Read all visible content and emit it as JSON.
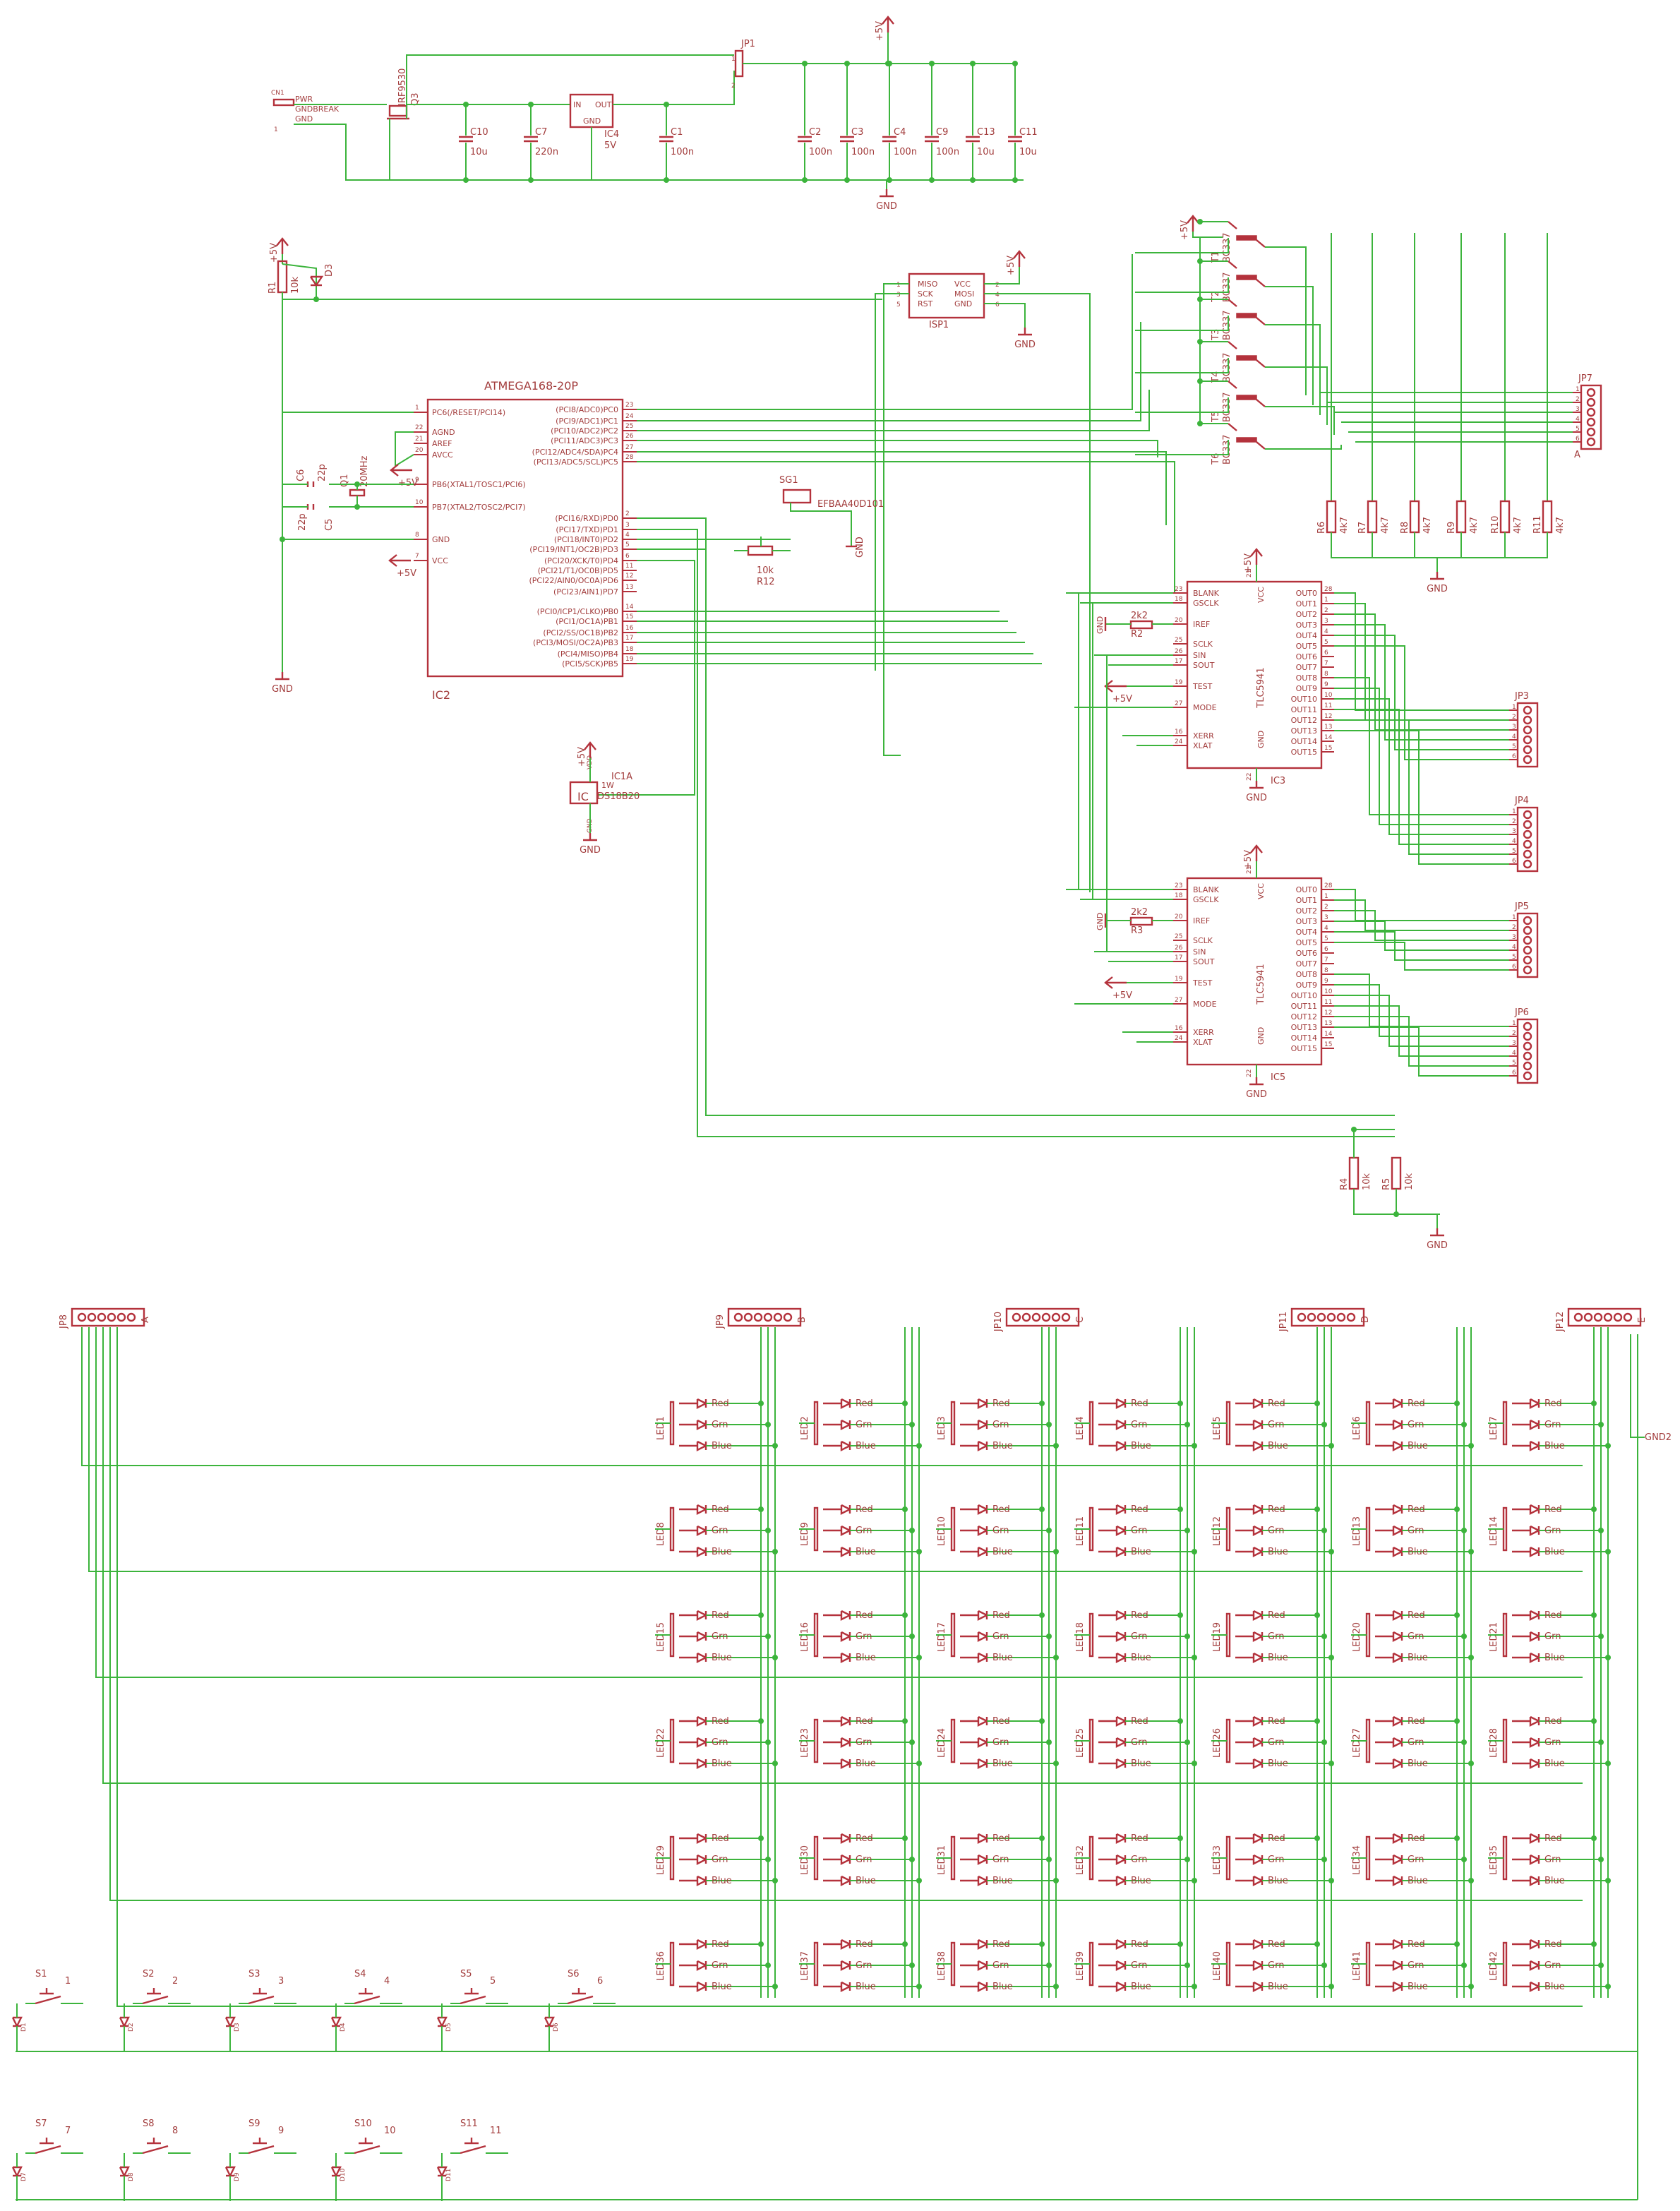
{
  "power": {
    "supply": "+5V",
    "ground": "GND",
    "connector": {
      "ref": "CN1",
      "pins": [
        "PWR",
        "GNDBREAK",
        "GND"
      ],
      "pin_no": "1"
    },
    "mosfet": {
      "ref": "Q3",
      "value": "IRF9530"
    },
    "regulator": {
      "ref": "IC4",
      "value": "5V",
      "pins": [
        "IN",
        "OUT",
        "GND"
      ]
    },
    "jumper": {
      "ref": "JP1",
      "pins": [
        "1",
        "2"
      ]
    },
    "caps_in": [
      {
        "ref": "C10",
        "value": "10u"
      },
      {
        "ref": "C7",
        "value": "220n"
      },
      {
        "ref": "C1",
        "value": "100n"
      }
    ],
    "caps_bank": [
      {
        "ref": "C2",
        "value": "100n"
      },
      {
        "ref": "C3",
        "value": "100n"
      },
      {
        "ref": "C4",
        "value": "100n"
      },
      {
        "ref": "C9",
        "value": "100n"
      },
      {
        "ref": "C13",
        "value": "10u"
      },
      {
        "ref": "C11",
        "value": "10u"
      }
    ]
  },
  "reset": {
    "resistor": {
      "ref": "R1",
      "value": "10k"
    },
    "diode": {
      "ref": "D3"
    }
  },
  "isp": {
    "ref": "ISP1",
    "left": [
      "MISO",
      "SCK",
      "RST"
    ],
    "right": [
      "VCC",
      "MOSI",
      "GND"
    ],
    "left_no": [
      "1",
      "3",
      "5"
    ],
    "right_no": [
      "2",
      "4",
      "6"
    ]
  },
  "mcu": {
    "name": "ATMEGA168-20P",
    "ref": "IC2",
    "left_pins": [
      {
        "no": "1",
        "name": "PC6(/RESET/PCI14)"
      },
      {
        "no": "22",
        "name": "AGND"
      },
      {
        "no": "21",
        "name": "AREF"
      },
      {
        "no": "20",
        "name": "AVCC"
      },
      {
        "no": "9",
        "name": "PB6(XTAL1/TOSC1/PCI6)"
      },
      {
        "no": "10",
        "name": "PB7(XTAL2/TOSC2/PCI7)"
      },
      {
        "no": "8",
        "name": "GND"
      },
      {
        "no": "7",
        "name": "VCC"
      }
    ],
    "right_pins": [
      {
        "no": "23",
        "name": "(PCI8/ADC0)PC0"
      },
      {
        "no": "24",
        "name": "(PCI9/ADC1)PC1"
      },
      {
        "no": "25",
        "name": "(PCI10/ADC2)PC2"
      },
      {
        "no": "26",
        "name": "(PCI11/ADC3)PC3"
      },
      {
        "no": "27",
        "name": "(PCI12/ADC4/SDA)PC4"
      },
      {
        "no": "28",
        "name": "(PCI13/ADC5/SCL)PC5"
      },
      {
        "no": "2",
        "name": "(PCI16/RXD)PD0"
      },
      {
        "no": "3",
        "name": "(PCI17/TXD)PD1"
      },
      {
        "no": "4",
        "name": "(PCI18/INT0)PD2"
      },
      {
        "no": "5",
        "name": "(PCI19/INT1/OC2B)PD3"
      },
      {
        "no": "6",
        "name": "(PCI20/XCK/T0)PD4"
      },
      {
        "no": "11",
        "name": "(PCI21/T1/OC0B)PD5"
      },
      {
        "no": "12",
        "name": "(PCI22/AIN0/OC0A)PD6"
      },
      {
        "no": "13",
        "name": "(PCI23/AIN1)PD7"
      },
      {
        "no": "14",
        "name": "(PCI0/ICP1/CLKO)PB0"
      },
      {
        "no": "15",
        "name": "(PCI1/OC1A)PB1"
      },
      {
        "no": "16",
        "name": "(PCI2/SS/OC1B)PB2"
      },
      {
        "no": "17",
        "name": "(PCI3/MOSI/OC2A)PB3"
      },
      {
        "no": "18",
        "name": "(PCI4/MISO)PB4"
      },
      {
        "no": "19",
        "name": "(PCI5/SCK)PB5"
      }
    ]
  },
  "crystal": {
    "ref": "Q1",
    "value": "20MHz",
    "caps": [
      {
        "ref": "C6",
        "value": "22p"
      },
      {
        "ref": "C5",
        "value": "22p"
      }
    ]
  },
  "buzzer": {
    "ref": "SG1",
    "value": "EFBAA40D101"
  },
  "pot": {
    "ref": "R12",
    "value": "10k"
  },
  "temp": {
    "ref": "IC1A",
    "label": "IC",
    "value": "DS18B20",
    "sub": "1W",
    "pins": [
      "VDD",
      "DQ",
      "GND"
    ]
  },
  "transistors": [
    {
      "ref": "T1",
      "value": "BC337"
    },
    {
      "ref": "T2",
      "value": "BC337"
    },
    {
      "ref": "T3",
      "value": "BC337"
    },
    {
      "ref": "T4",
      "value": "BC337"
    },
    {
      "ref": "T5",
      "value": "BC337"
    },
    {
      "ref": "T6",
      "value": "BC337"
    }
  ],
  "row_resistors": [
    {
      "ref": "R6",
      "value": "4k7"
    },
    {
      "ref": "R7",
      "value": "4k7"
    },
    {
      "ref": "R8",
      "value": "4k7"
    },
    {
      "ref": "R9",
      "value": "4k7"
    },
    {
      "ref": "R10",
      "value": "4k7"
    },
    {
      "ref": "R11",
      "value": "4k7"
    }
  ],
  "drivers": [
    {
      "ref": "IC3",
      "name": "TLC5941",
      "rref": "R2",
      "rval": "2k2",
      "con": [
        "JP3",
        "JP4"
      ]
    },
    {
      "ref": "IC5",
      "name": "TLC5941",
      "rref": "R3",
      "rval": "2k2",
      "con": [
        "JP5",
        "JP6"
      ]
    }
  ],
  "driver_left_pins": [
    {
      "no": "23",
      "name": "BLANK"
    },
    {
      "no": "18",
      "name": "GSCLK"
    },
    {
      "no": "20",
      "name": "IREF"
    },
    {
      "no": "25",
      "name": "SCLK"
    },
    {
      "no": "26",
      "name": "SIN"
    },
    {
      "no": "17",
      "name": "SOUT"
    },
    {
      "no": "19",
      "name": "TEST"
    },
    {
      "no": "27",
      "name": "MODE"
    },
    {
      "no": "16",
      "name": "XERR"
    },
    {
      "no": "24",
      "name": "XLAT"
    }
  ],
  "driver_out_pins": [
    "28",
    "1",
    "2",
    "3",
    "4",
    "5",
    "6",
    "7",
    "8",
    "9",
    "10",
    "11",
    "12",
    "13",
    "14",
    "15"
  ],
  "driver_vcc": "VCC",
  "driver_gnd": "GND",
  "driver_vcc_no": "21",
  "driver_gnd_no": "22",
  "jp7": {
    "ref": "JP7",
    "pins": [
      "1",
      "2",
      "3",
      "4",
      "5",
      "6"
    ],
    "tag": "A"
  },
  "sense": [
    {
      "ref": "R4",
      "value": "10k"
    },
    {
      "ref": "R5",
      "value": "10k"
    }
  ],
  "matrix_connectors": [
    {
      "ref": "JP8",
      "tag": "A"
    },
    {
      "ref": "JP9",
      "tag": "B"
    },
    {
      "ref": "JP10",
      "tag": "C"
    },
    {
      "ref": "JP11",
      "tag": "D"
    },
    {
      "ref": "JP12",
      "tag": "E"
    }
  ],
  "led_colors": [
    "Red",
    "Grn",
    "Blue"
  ],
  "leds": [
    "LED1",
    "LED2",
    "LED3",
    "LED4",
    "LED5",
    "LED6",
    "LED7",
    "LED8",
    "LED9",
    "LED10",
    "LED11",
    "LED12",
    "LED13",
    "LED14",
    "LED15",
    "LED16",
    "LED17",
    "LED18",
    "LED19",
    "LED20",
    "LED21",
    "LED22",
    "LED23",
    "LED24",
    "LED25",
    "LED26",
    "LED27",
    "LED28",
    "LED29",
    "LED30",
    "LED31",
    "LED32",
    "LED33",
    "LED34",
    "LED35",
    "LED36",
    "LED37",
    "LED38",
    "LED39",
    "LED40",
    "LED41",
    "LED42"
  ],
  "gnd2": "GND2",
  "switches": [
    {
      "ref": "S1",
      "no": "1",
      "diode": "D1"
    },
    {
      "ref": "S2",
      "no": "2",
      "diode": "D2"
    },
    {
      "ref": "S3",
      "no": "3",
      "diode": "D3"
    },
    {
      "ref": "S4",
      "no": "4",
      "diode": "D4"
    },
    {
      "ref": "S5",
      "no": "5",
      "diode": "D5"
    },
    {
      "ref": "S6",
      "no": "6",
      "diode": "D6"
    },
    {
      "ref": "S7",
      "no": "7",
      "diode": "D7"
    },
    {
      "ref": "S8",
      "no": "8",
      "diode": "D8"
    },
    {
      "ref": "S9",
      "no": "9",
      "diode": "D9"
    },
    {
      "ref": "S10",
      "no": "10",
      "diode": "D10"
    },
    {
      "ref": "S11",
      "no": "11",
      "diode": "D11"
    }
  ]
}
